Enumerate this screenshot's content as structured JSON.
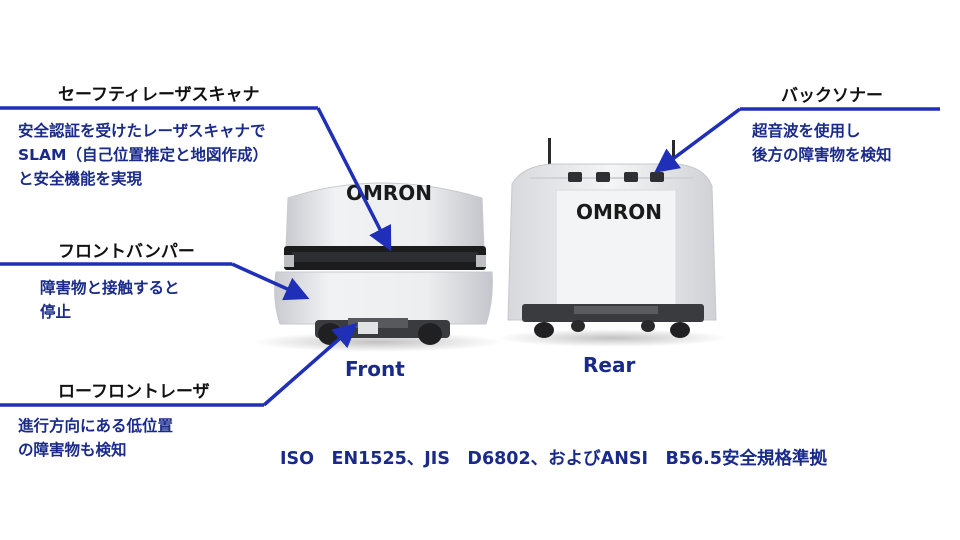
{
  "brand": {
    "logo_front": "OMRON",
    "logo_rear": "OMRON"
  },
  "views": {
    "front": "Front",
    "rear": "Rear"
  },
  "callouts": {
    "safety_scanner": {
      "title": "セーフティレーザスキャナ",
      "lines": [
        "安全認証を受けたレーザスキャナで",
        "SLAM（自己位置推定と地図作成）",
        "と安全機能を実現"
      ]
    },
    "front_bumper": {
      "title": "フロントバンパー",
      "lines": [
        "障害物と接触すると",
        "停止"
      ]
    },
    "low_front_laser": {
      "title": "ローフロントレーザ",
      "lines": [
        "進行方向にある低位置",
        "の障害物も検知"
      ]
    },
    "back_sonar": {
      "title": "バックソナー",
      "lines": [
        "超音波を使用し",
        "後方の障害物を検知"
      ]
    }
  },
  "footer": "ISO　EN1525、JIS　D6802、およびANSI　B56.5安全規格準拠",
  "colors": {
    "accent": "#1a2a8a",
    "leader": "#1f2fb8",
    "robot_body": "#e9eaed"
  }
}
